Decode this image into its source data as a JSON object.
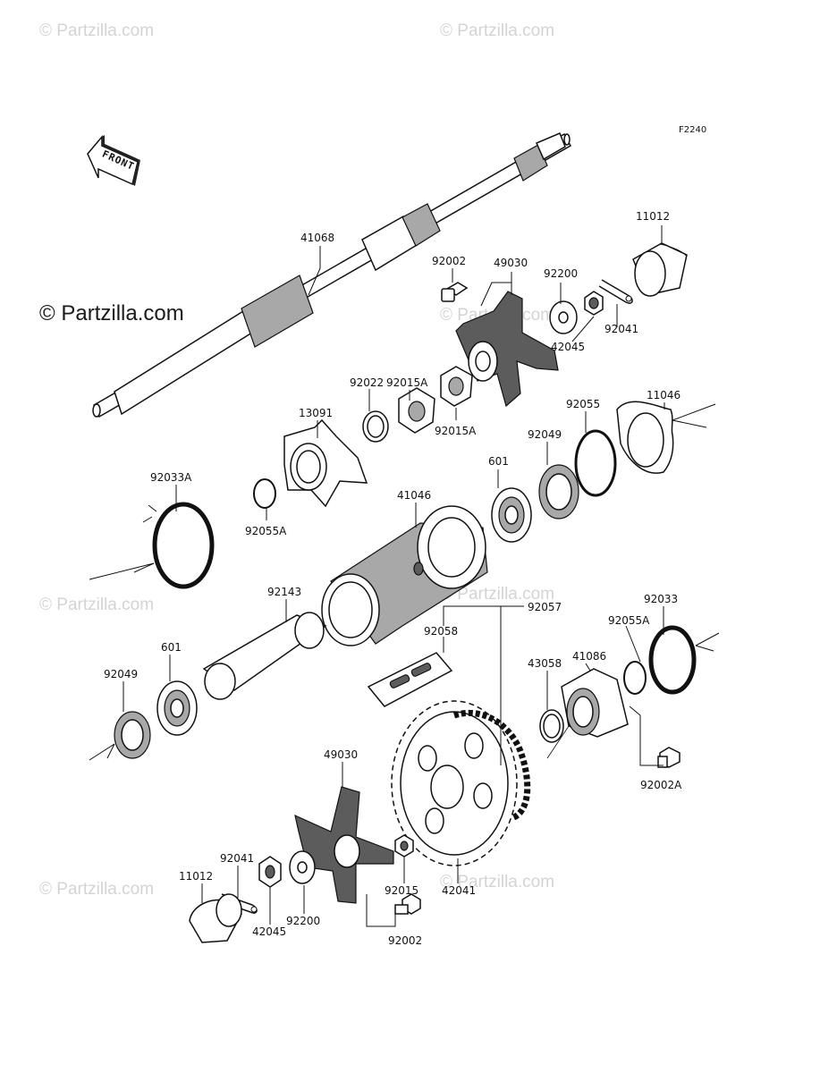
{
  "diagram": {
    "code": "F2240",
    "front_label": "FRONT",
    "watermark_main": "© Partzilla.com",
    "watermark_faint": "© Partzilla.com",
    "parts": [
      {
        "id": "p41068",
        "label": "41068"
      },
      {
        "id": "p11012a",
        "label": "11012"
      },
      {
        "id": "p92002a",
        "label": "92002"
      },
      {
        "id": "p49030a",
        "label": "49030"
      },
      {
        "id": "p92200a",
        "label": "92200"
      },
      {
        "id": "p92041a",
        "label": "92041"
      },
      {
        "id": "p42045a",
        "label": "42045"
      },
      {
        "id": "p13091",
        "label": "13091"
      },
      {
        "id": "p92022",
        "label": "92022"
      },
      {
        "id": "p92015Aa",
        "label": "92015A"
      },
      {
        "id": "p92015Ab",
        "label": "92015A"
      },
      {
        "id": "p11046",
        "label": "11046"
      },
      {
        "id": "p92055",
        "label": "92055"
      },
      {
        "id": "p92049a",
        "label": "92049"
      },
      {
        "id": "p601a",
        "label": "601"
      },
      {
        "id": "p92033A",
        "label": "92033A"
      },
      {
        "id": "p92055Aa",
        "label": "92055A"
      },
      {
        "id": "p41046",
        "label": "41046"
      },
      {
        "id": "p92143",
        "label": "92143"
      },
      {
        "id": "p92057",
        "label": "92057"
      },
      {
        "id": "p92058",
        "label": "92058"
      },
      {
        "id": "p92033",
        "label": "92033"
      },
      {
        "id": "p92055Ab",
        "label": "92055A"
      },
      {
        "id": "p41086",
        "label": "41086"
      },
      {
        "id": "p43058",
        "label": "43058"
      },
      {
        "id": "p601b",
        "label": "601"
      },
      {
        "id": "p92049b",
        "label": "92049"
      },
      {
        "id": "p92002A",
        "label": "92002A"
      },
      {
        "id": "p49030b",
        "label": "49030"
      },
      {
        "id": "p92041b",
        "label": "92041"
      },
      {
        "id": "p11012b",
        "label": "11012"
      },
      {
        "id": "p92015",
        "label": "92015"
      },
      {
        "id": "p42041",
        "label": "42041"
      },
      {
        "id": "p42045b",
        "label": "42045"
      },
      {
        "id": "p92200b",
        "label": "92200"
      },
      {
        "id": "p92002b",
        "label": "92002"
      }
    ]
  }
}
